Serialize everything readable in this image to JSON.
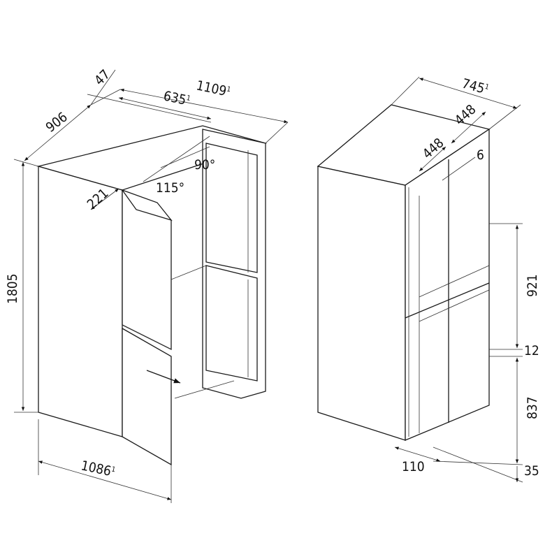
{
  "diagram": {
    "left_view": {
      "depth": "906",
      "offset": "47",
      "total_width_open": "1109",
      "door_width": "635",
      "door_clearance": "221",
      "angle_door_inner": "90°",
      "angle_door_outer": "115°",
      "height": "1805",
      "depth_with_open_door": "1086",
      "footnote_marker": "1"
    },
    "right_view": {
      "width": "745",
      "door_left_width": "448",
      "door_right_width": "448",
      "door_gap": "6",
      "upper_door_height": "921",
      "door_gap_vertical": "12",
      "lower_door_height": "837",
      "plinth_height": "35",
      "plinth_depth": "110",
      "footnote_marker": "1"
    },
    "colors": {
      "line": "#1a1a1a",
      "background": "#ffffff"
    }
  }
}
